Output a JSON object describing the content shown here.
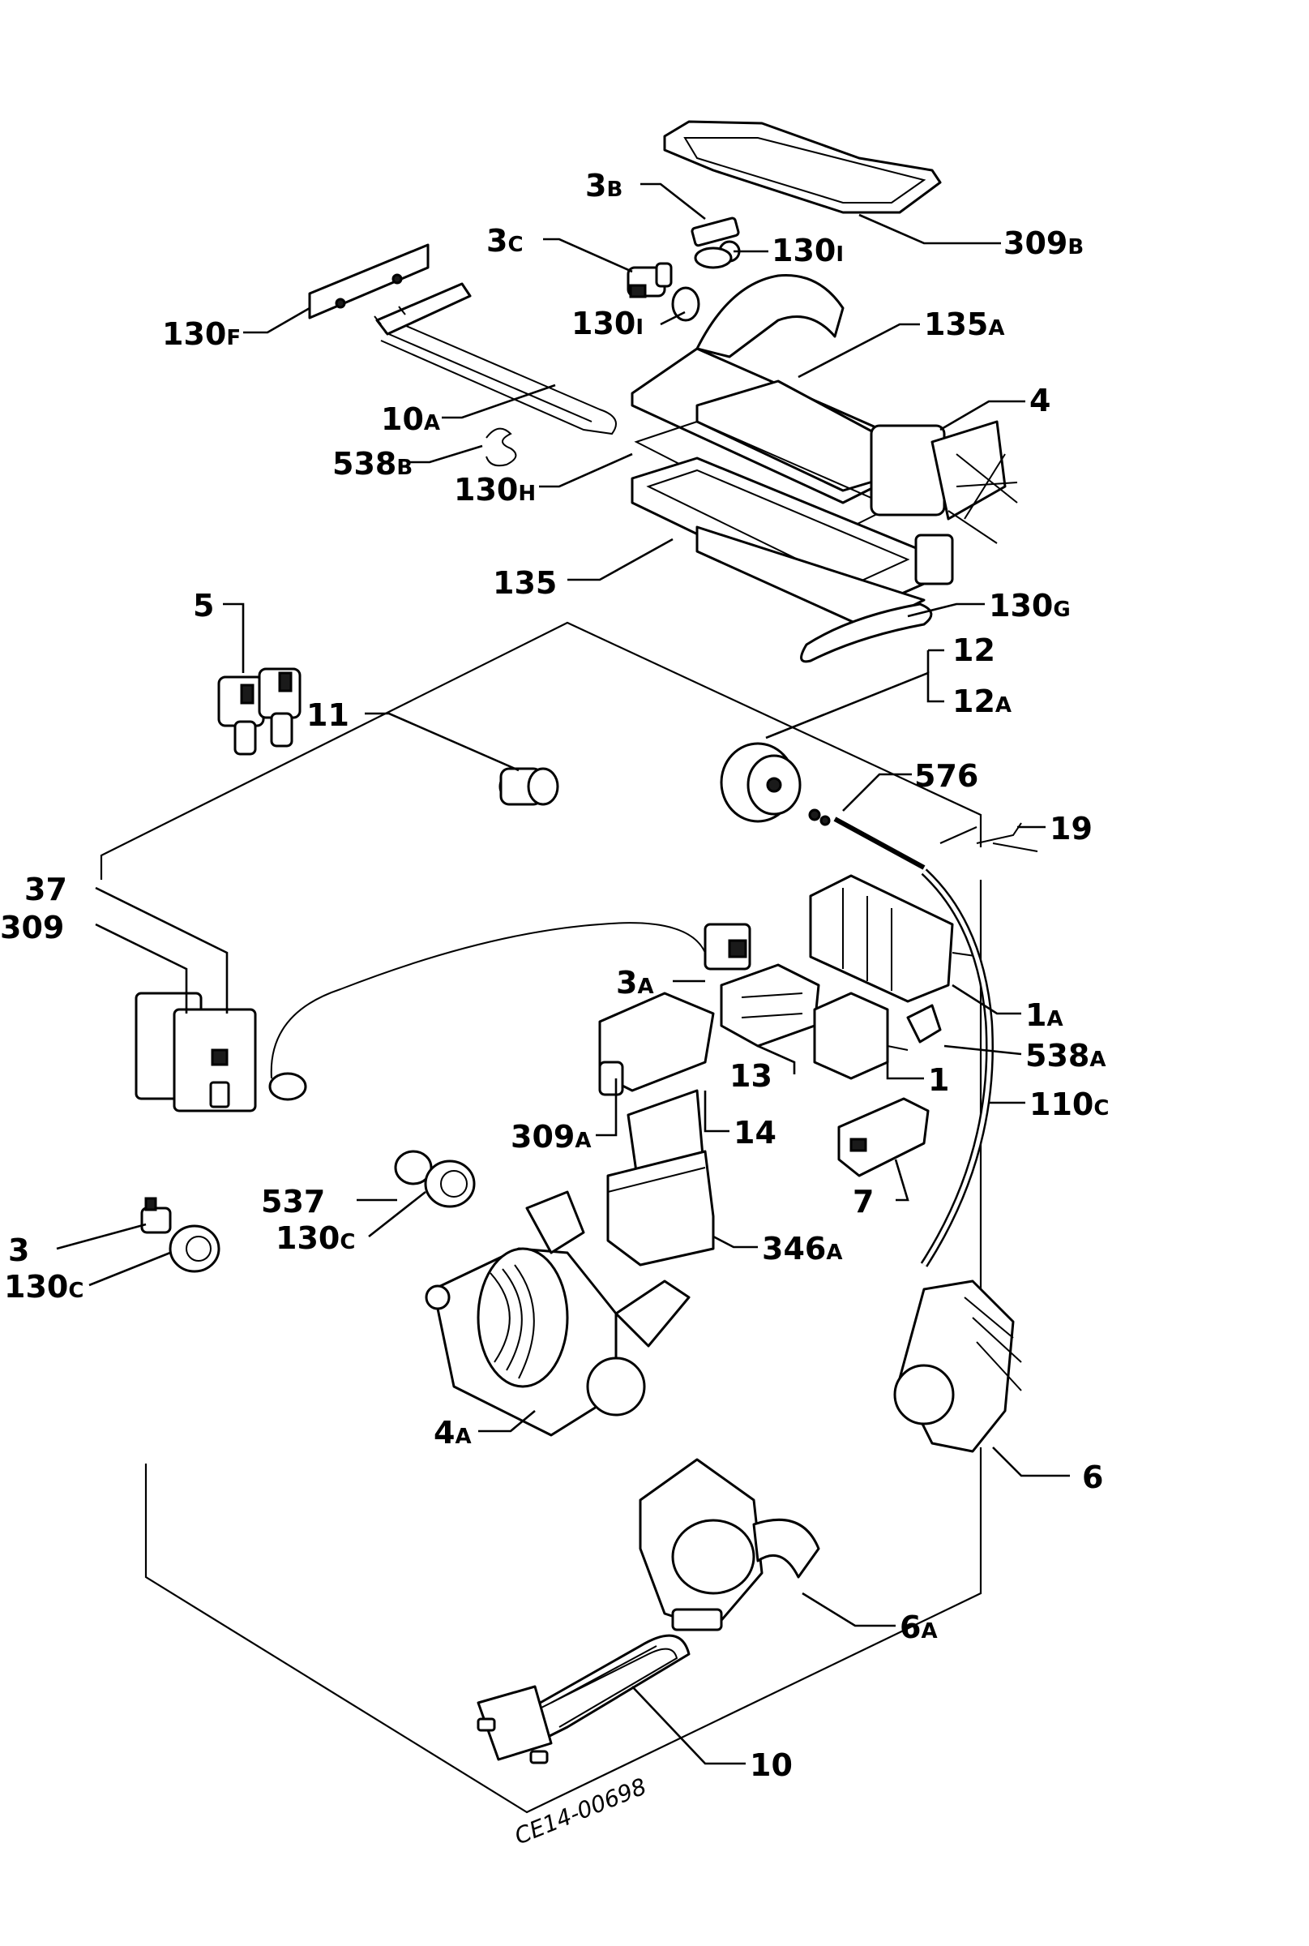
{
  "labels": {
    "l309b": [
      "309",
      "B"
    ],
    "l3b": [
      "3",
      "B"
    ],
    "l3c": [
      "3",
      "C"
    ],
    "l130i_a": [
      "130",
      "I"
    ],
    "l130i_b": [
      "130",
      "I"
    ],
    "l130f": [
      "130",
      "F"
    ],
    "l135a": [
      "135",
      "A"
    ],
    "l4": [
      "4",
      ""
    ],
    "l10a": [
      "10",
      "A"
    ],
    "l538b": [
      "538",
      "B"
    ],
    "l130h": [
      "130",
      "H"
    ],
    "l135": [
      "135",
      ""
    ],
    "l130g": [
      "130",
      "G"
    ],
    "l5": [
      "5",
      ""
    ],
    "l11": [
      "11",
      ""
    ],
    "l12": [
      "12",
      ""
    ],
    "l12a": [
      "12",
      "A"
    ],
    "l576": [
      "576",
      ""
    ],
    "l19": [
      "19",
      ""
    ],
    "l37": [
      "37",
      ""
    ],
    "l309": [
      "309",
      ""
    ],
    "l3a": [
      "3",
      "A"
    ],
    "l1a": [
      "1",
      "A"
    ],
    "l538a": [
      "538",
      "A"
    ],
    "l13": [
      "13",
      ""
    ],
    "l1": [
      "1",
      ""
    ],
    "l110c": [
      "110",
      "C"
    ],
    "l14": [
      "14",
      ""
    ],
    "l309a": [
      "309",
      "A"
    ],
    "l7": [
      "7",
      ""
    ],
    "l537": [
      "537",
      ""
    ],
    "l130c_a": [
      "130",
      "C"
    ],
    "l346a": [
      "346",
      "A"
    ],
    "l3": [
      "3",
      ""
    ],
    "l130c_b": [
      "130",
      "C"
    ],
    "l4a": [
      "4",
      "A"
    ],
    "l6": [
      "6",
      ""
    ],
    "l6a": [
      "6",
      "A"
    ],
    "l10": [
      "10",
      ""
    ]
  },
  "drawing_code": "CE14-00698"
}
